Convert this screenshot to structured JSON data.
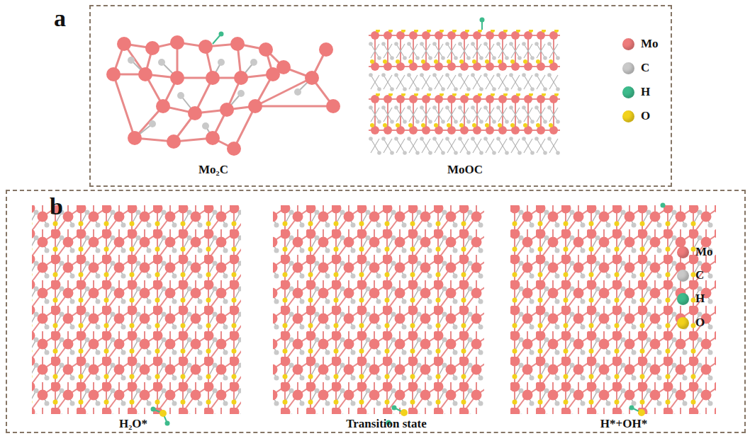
{
  "diagram": {
    "nodes": [
      {
        "text": [
          "a"
        ]
      },
      {
        "text": [
          "b"
        ]
      }
    ],
    "labels": [
      "Mo₂C",
      "MoOC",
      "H₂O*",
      "Transition state",
      "H*+OH*"
    ],
    "legend": [
      {
        "text": "Mo",
        "color": "#ee7b7b"
      },
      {
        "text": "C",
        "color": "#c9c9c9"
      },
      {
        "text": "H",
        "color": "#3dbb8c"
      },
      {
        "text": "O",
        "color": "#f2d21c"
      },
      {
        "text": "Mo",
        "color": "#ee7b7b"
      },
      {
        "text": "C",
        "color": "#c9c9c9"
      },
      {
        "text": "H",
        "color": "#3dbb8c"
      },
      {
        "text": "O",
        "color": "#f2d21c"
      }
    ]
  }
}
